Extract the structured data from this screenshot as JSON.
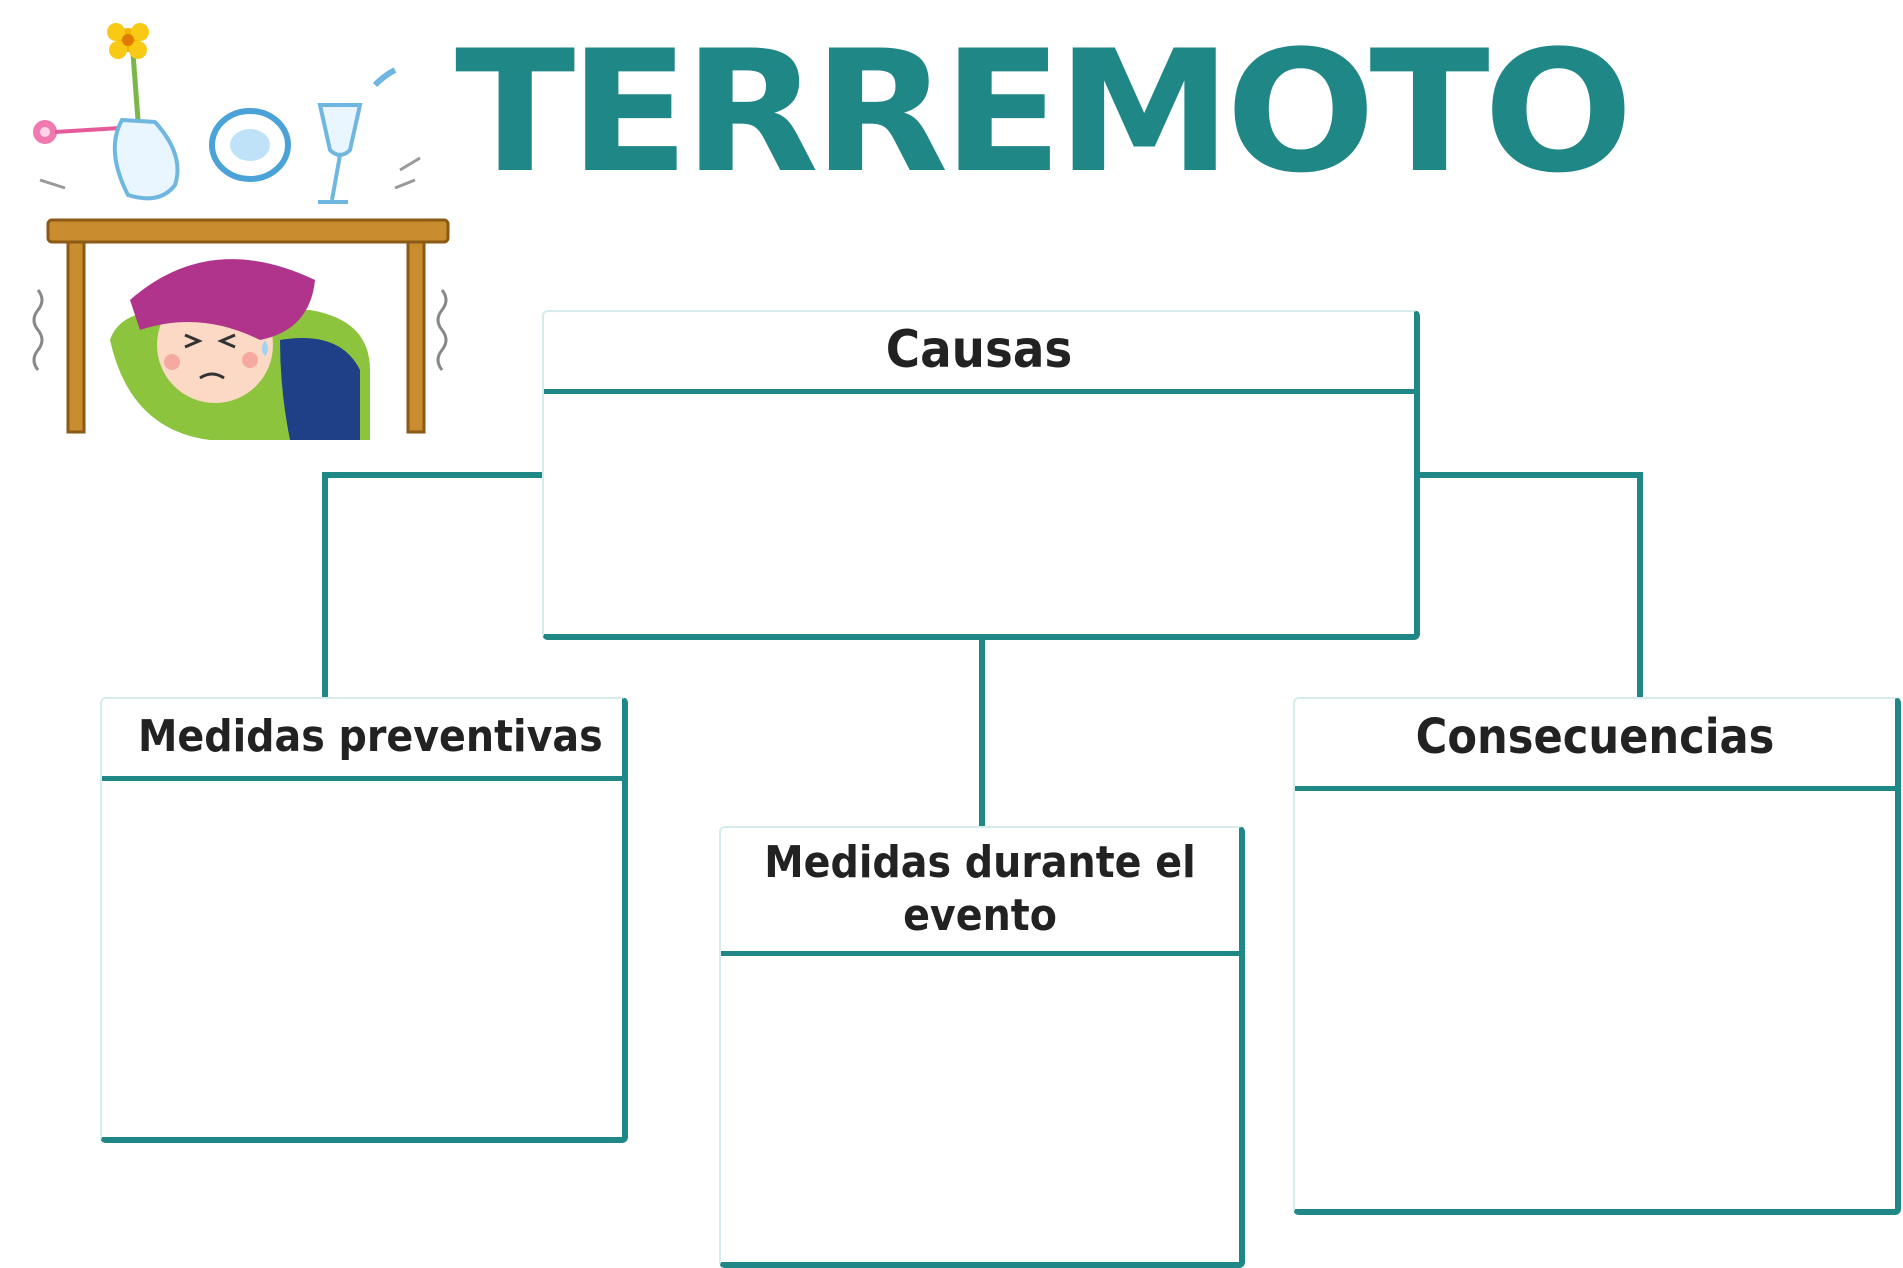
{
  "title": "TERREMOTO",
  "illustration": {
    "icon": "earthquake-drill-illustration",
    "description_icons": [
      "flower-vase-icon",
      "plate-icon",
      "wine-glass-icon",
      "table-icon",
      "child-hiding-icon"
    ]
  },
  "diagram": {
    "nodes": {
      "causas": {
        "label": "Causas"
      },
      "preventivas": {
        "label": "Medidas preventivas"
      },
      "durante": {
        "label": "Medidas durante el evento"
      },
      "consecuencias": {
        "label": "Consecuencias"
      }
    },
    "edges": [
      [
        "causas",
        "preventivas"
      ],
      [
        "causas",
        "durante"
      ],
      [
        "causas",
        "consecuencias"
      ]
    ]
  },
  "colors": {
    "accent": "#1f8785",
    "text": "#222222",
    "background": "#ffffff"
  }
}
